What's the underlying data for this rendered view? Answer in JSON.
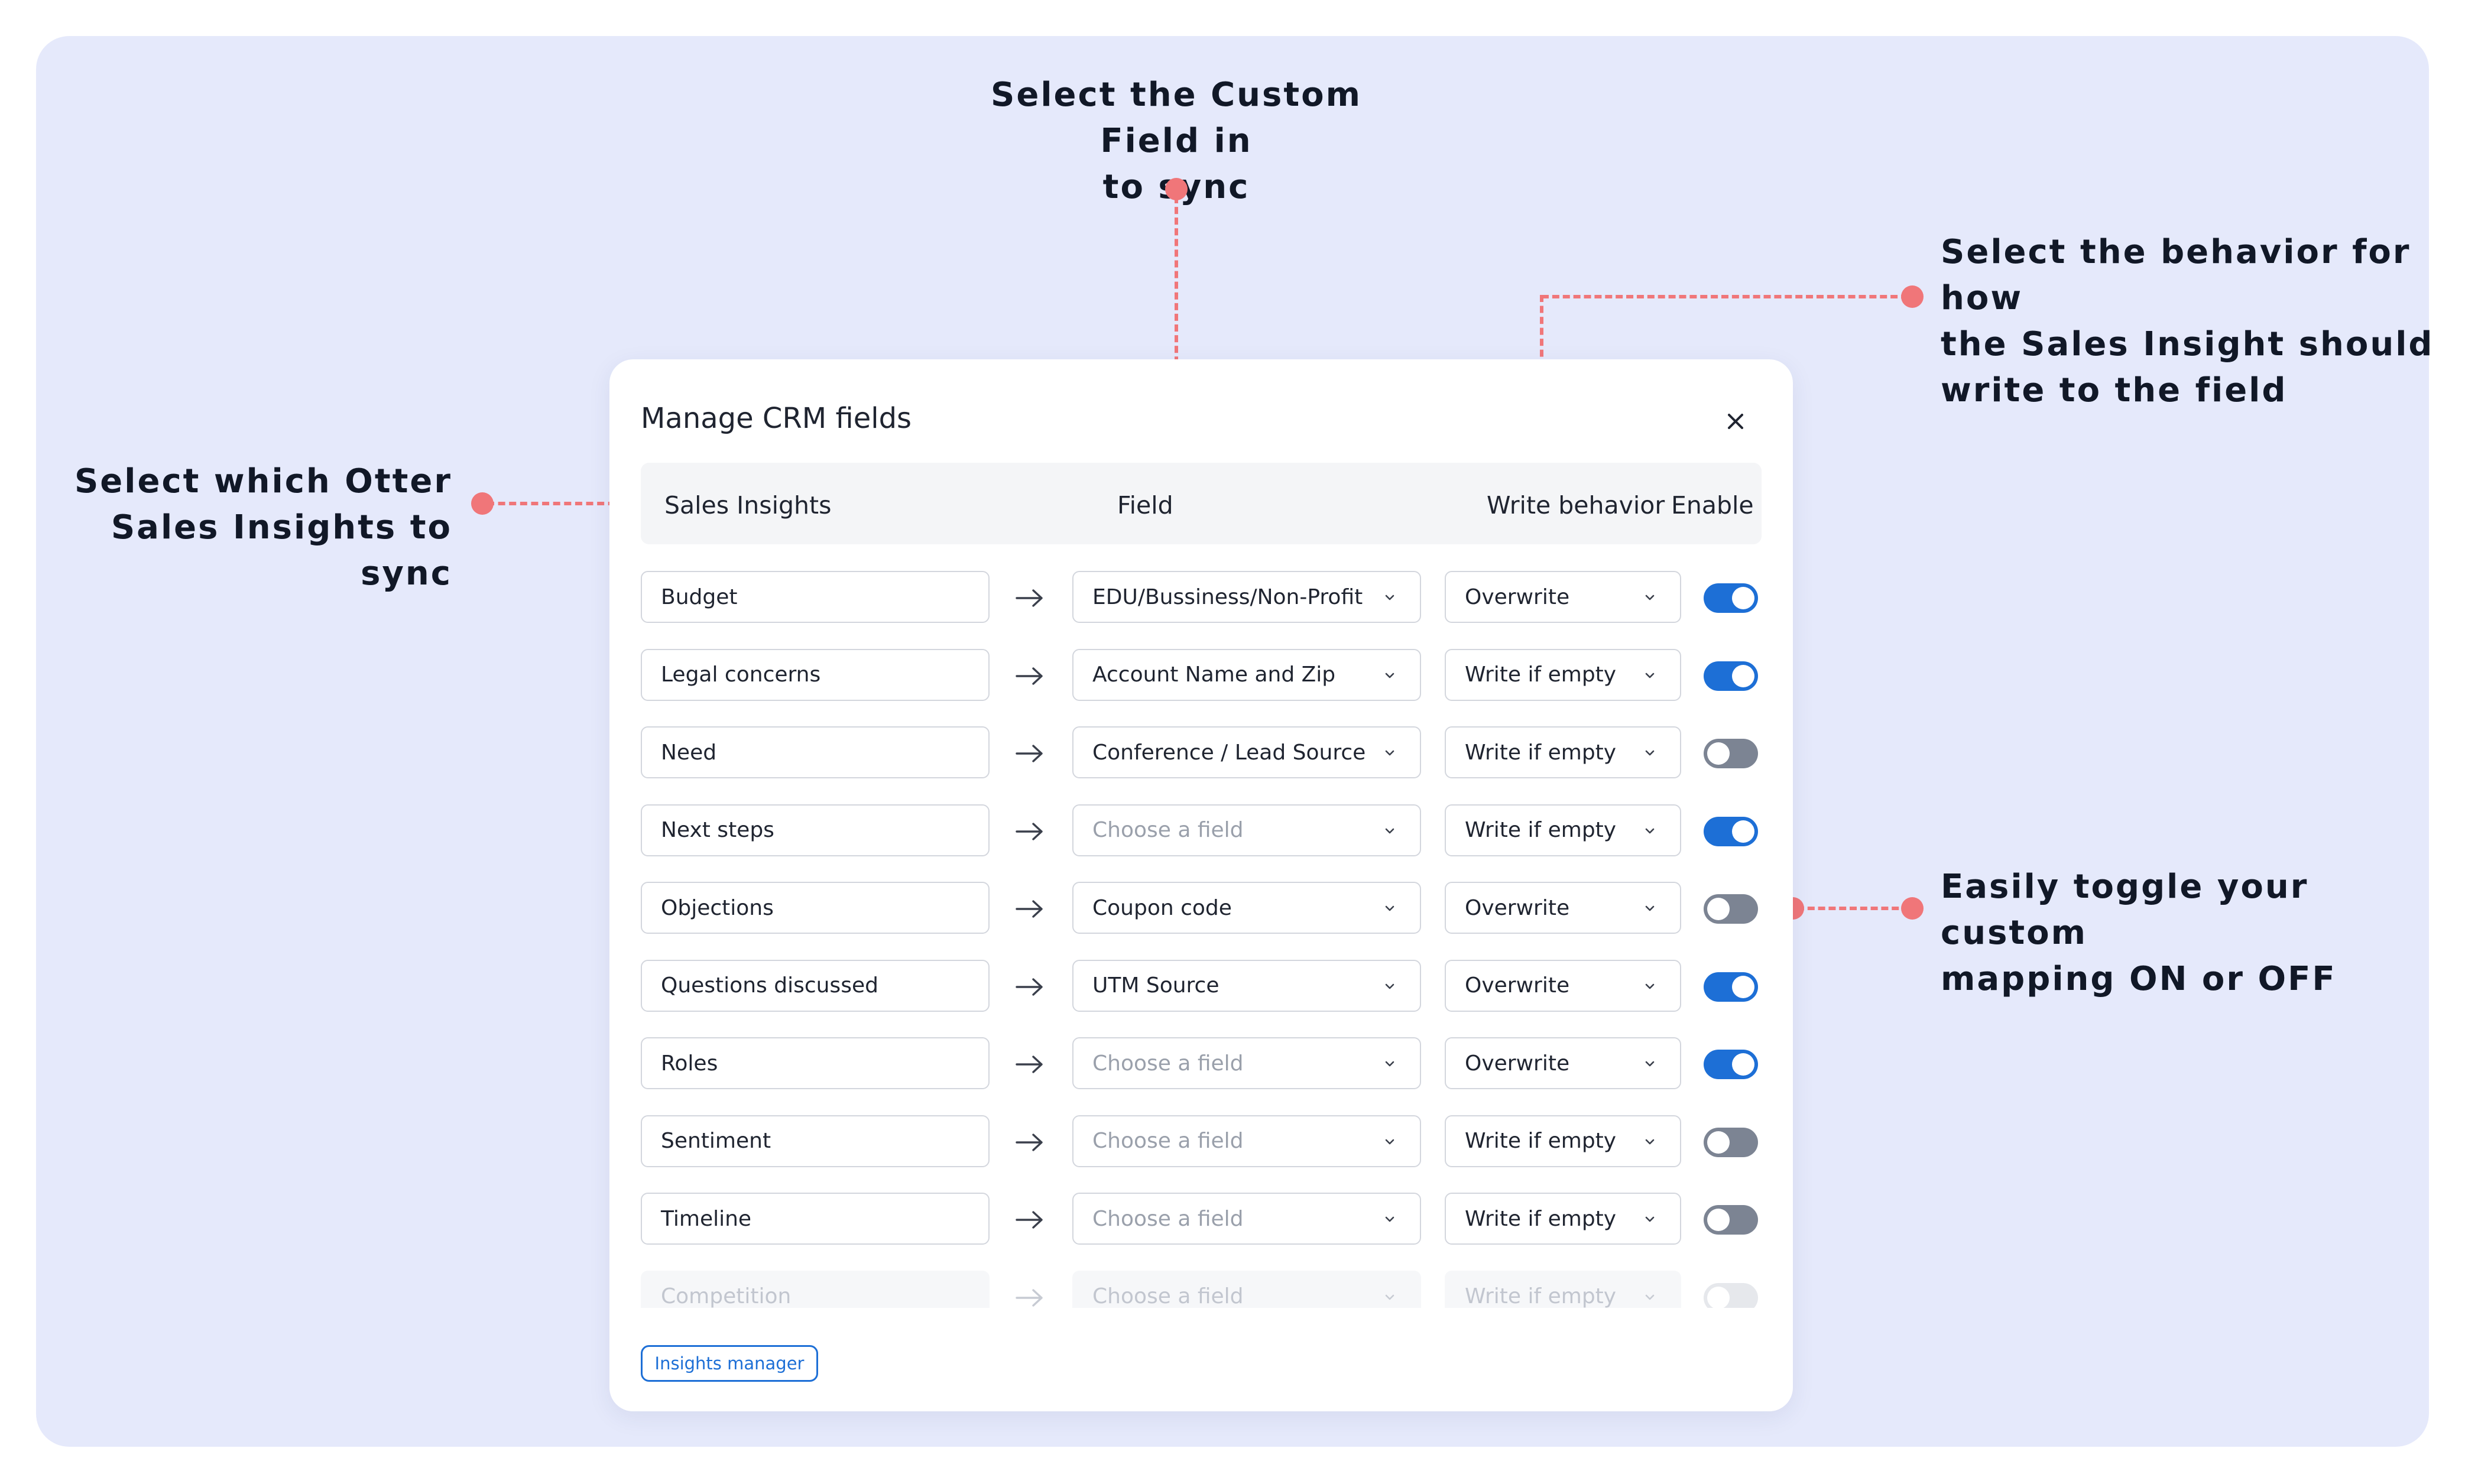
{
  "callouts": {
    "field": [
      "Select the Custom Field in",
      "to sync"
    ],
    "behavior": [
      "Select the behavior for how",
      "the Sales Insight should",
      "write to the field"
    ],
    "insights": [
      "Select which Otter",
      "Sales Insights to sync"
    ],
    "toggle": [
      "Easily toggle your custom",
      "mapping ON or OFF"
    ]
  },
  "modal": {
    "title": "Manage CRM fields",
    "headers": {
      "insights": "Sales Insights",
      "field": "Field",
      "write": "Write behavior",
      "enable": "Enable"
    },
    "rows": [
      {
        "insight": "Budget",
        "field": "EDU/Bussiness/Non-Profit",
        "field_placeholder": false,
        "write": "Overwrite",
        "enabled": true
      },
      {
        "insight": "Legal concerns",
        "field": "Account Name and Zip",
        "field_placeholder": false,
        "write": "Write if empty",
        "enabled": true
      },
      {
        "insight": "Need",
        "field": "Conference / Lead Source",
        "field_placeholder": false,
        "write": "Write if empty",
        "enabled": false
      },
      {
        "insight": "Next steps",
        "field": "Choose a field",
        "field_placeholder": true,
        "write": "Write if empty",
        "enabled": true
      },
      {
        "insight": "Objections",
        "field": "Coupon code",
        "field_placeholder": false,
        "write": "Overwrite",
        "enabled": false
      },
      {
        "insight": "Questions discussed",
        "field": "UTM Source",
        "field_placeholder": false,
        "write": "Overwrite",
        "enabled": true
      },
      {
        "insight": "Roles",
        "field": "Choose a field",
        "field_placeholder": true,
        "write": "Overwrite",
        "enabled": true
      },
      {
        "insight": "Sentiment",
        "field": "Choose a field",
        "field_placeholder": true,
        "write": "Write if empty",
        "enabled": false
      },
      {
        "insight": "Timeline",
        "field": "Choose a field",
        "field_placeholder": true,
        "write": "Write if empty",
        "enabled": false
      },
      {
        "insight": "Competition",
        "field": "Choose a field",
        "field_placeholder": true,
        "write": "Write if empty",
        "enabled": false,
        "faded": true
      }
    ],
    "insights_manager_label": "Insights manager"
  },
  "colors": {
    "background": "#e5e9fb",
    "accent": "#1d6fd6",
    "callout": "#f07679",
    "toggle_off": "#7c8493"
  }
}
